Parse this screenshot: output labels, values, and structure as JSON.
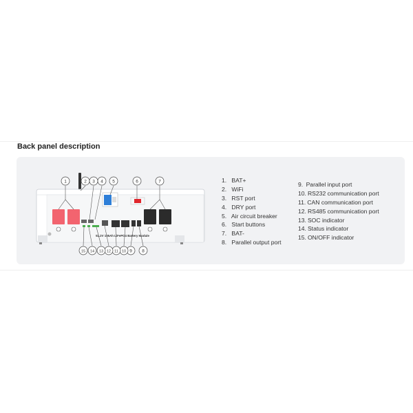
{
  "section_title": "Back panel description",
  "module_label": "51.2V 105Ah LiFePO4 Battery Module",
  "callouts": [
    "1",
    "2",
    "3",
    "4",
    "5",
    "6",
    "7",
    "8",
    "9",
    "10",
    "11",
    "12",
    "13",
    "14",
    "15"
  ],
  "legend_left": [
    {
      "num": "1.",
      "label": "BAT+"
    },
    {
      "num": "2.",
      "label": "WiFi"
    },
    {
      "num": "3.",
      "label": "RST port"
    },
    {
      "num": "4.",
      "label": "DRY port"
    },
    {
      "num": "5.",
      "label": "Air circuit breaker"
    },
    {
      "num": "6.",
      "label": "Start buttons"
    },
    {
      "num": "7.",
      "label": "BAT-"
    },
    {
      "num": "8.",
      "label": "Parallel output port"
    }
  ],
  "legend_right": [
    {
      "num": "9.",
      "label": "Parallel input port"
    },
    {
      "num": "10.",
      "label": "RS232 communication port"
    },
    {
      "num": "11.",
      "label": "CAN communication port"
    },
    {
      "num": "12.",
      "label": "RS485 communication port"
    },
    {
      "num": "13.",
      "label": "SOC indicator"
    },
    {
      "num": "14.",
      "label": "Status indicator"
    },
    {
      "num": "15.",
      "label": "ON/OFF indicator"
    }
  ],
  "colors": {
    "terminal_positive": "#f2646f",
    "terminal_negative": "#2b2b2b",
    "breaker": "#2f7fd8",
    "start_button": "#e0262c",
    "panel": "#ffffff",
    "card": "#f1f2f4"
  }
}
